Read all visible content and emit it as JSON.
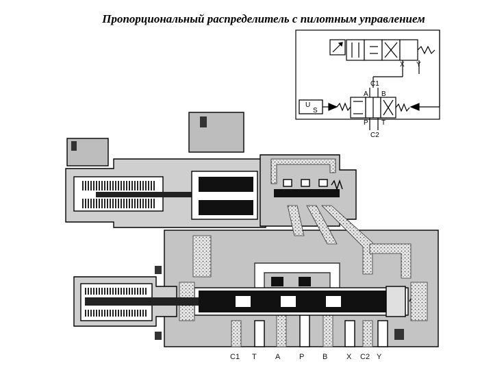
{
  "title": "Пропорциональный распределитель с пилотным управлением",
  "schematic": {
    "pilot_labels": [
      "X",
      "Y"
    ],
    "main_labels": {
      "c1": "C1",
      "c2": "C2",
      "a": "A",
      "b": "B",
      "p": "P",
      "t": "T"
    },
    "amp_labels": [
      "U",
      "S"
    ]
  },
  "ports": [
    "C1",
    "T",
    "A",
    "P",
    "B",
    "X",
    "C2",
    "Y"
  ],
  "colors": {
    "body": "#c9c9c9",
    "dark": "#111111",
    "stipple": "#8a8a8a"
  }
}
